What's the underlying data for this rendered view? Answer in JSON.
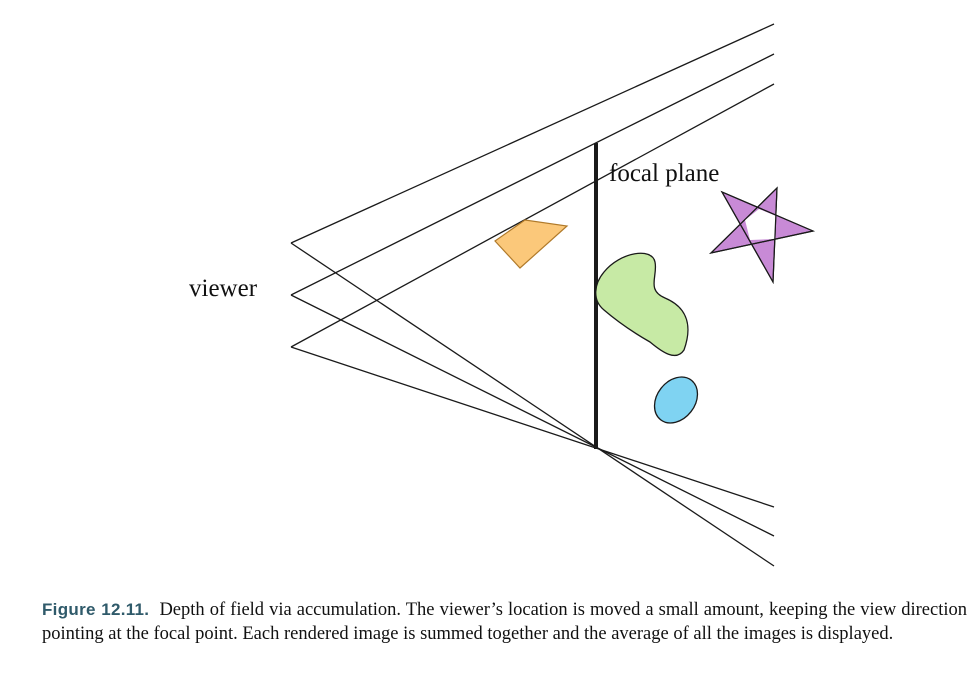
{
  "diagram": {
    "viewer_label": "viewer",
    "focal_plane_label": "focal plane"
  },
  "caption": {
    "label": "Figure 12.11.",
    "text": "Depth of field via accumulation. The viewer’s location is moved a small amount, keeping the view direction pointing at the focal point. Each rendered image is summed together and the average of all the images is displayed."
  },
  "colors": {
    "line": "#1a1a1a",
    "quad_fill": "#fbc87a",
    "quad_stroke": "#b07a2a",
    "blob_fill": "#c7eaa5",
    "ellipse_fill": "#7fd3f2",
    "star_fill": "#c88ad6",
    "caption_label": "#2f5a6a"
  }
}
